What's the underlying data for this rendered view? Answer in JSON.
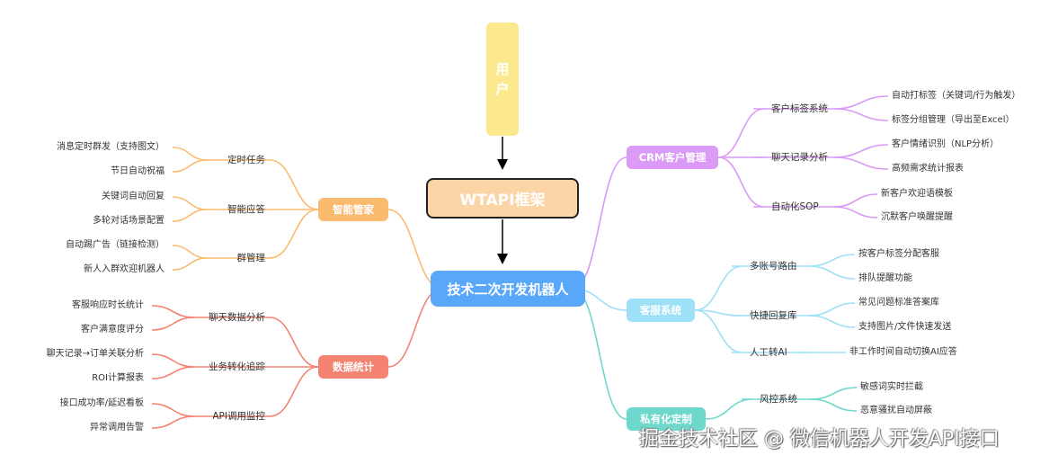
{
  "root": {
    "user": [
      "用",
      "户"
    ],
    "framework": "WTAPI框架",
    "center": "技术二次开发机器人"
  },
  "left": [
    {
      "label": "智能管家",
      "color": "#fbbb6e",
      "children": [
        {
          "label": "定时任务",
          "leaves": [
            "消息定时群发（支持图文）",
            "节日自动祝福"
          ]
        },
        {
          "label": "智能应答",
          "leaves": [
            "关键词自动回复",
            "多轮对话场景配置"
          ]
        },
        {
          "label": "群管理",
          "leaves": [
            "自动踢广告（链接检测）",
            "新人入群欢迎机器人"
          ]
        }
      ]
    },
    {
      "label": "数据统计",
      "color": "#f48372",
      "children": [
        {
          "label": "聊天数据分析",
          "leaves": [
            "客服响应时长统计",
            "客户满意度评分"
          ]
        },
        {
          "label": "业务转化追踪",
          "leaves": [
            "聊天记录→订单关联分析",
            "ROI计算报表"
          ]
        },
        {
          "label": "API调用监控",
          "leaves": [
            "接口成功率/延迟看板",
            "异常调用告警"
          ]
        }
      ]
    }
  ],
  "right": [
    {
      "label": "CRM客户管理",
      "color": "#da9af5",
      "children": [
        {
          "label": "客户标签系统",
          "leaves": [
            "自动打标签（关键词/行为触发）",
            "标签分组管理（导出至Excel）"
          ]
        },
        {
          "label": "聊天记录分析",
          "leaves": [
            "客户情绪识别（NLP分析）",
            "高频需求统计报表"
          ]
        },
        {
          "label": "自动化SOP",
          "leaves": [
            "新客户欢迎语模板",
            "沉默客户唤醒提醒"
          ]
        }
      ]
    },
    {
      "label": "客服系统",
      "color": "#9de0f7",
      "children": [
        {
          "label": "多账号路由",
          "leaves": [
            "按客户标签分配客服",
            "排队提醒功能"
          ]
        },
        {
          "label": "快捷回复库",
          "leaves": [
            "常见问题标准答案库",
            "支持图片/文件快速发送"
          ]
        },
        {
          "label": "人工转AI",
          "leaves": [
            "非工作时间自动切换AI应答"
          ]
        }
      ]
    },
    {
      "label": "私有化定制",
      "color": "#6dd8cb",
      "children": [
        {
          "label": "风控系统",
          "leaves": [
            "敏感词实时拦截",
            "恶意骚扰自动屏蔽"
          ]
        }
      ]
    }
  ],
  "watermark": "掘金技术社区 @ 微信机器人开发API接口"
}
